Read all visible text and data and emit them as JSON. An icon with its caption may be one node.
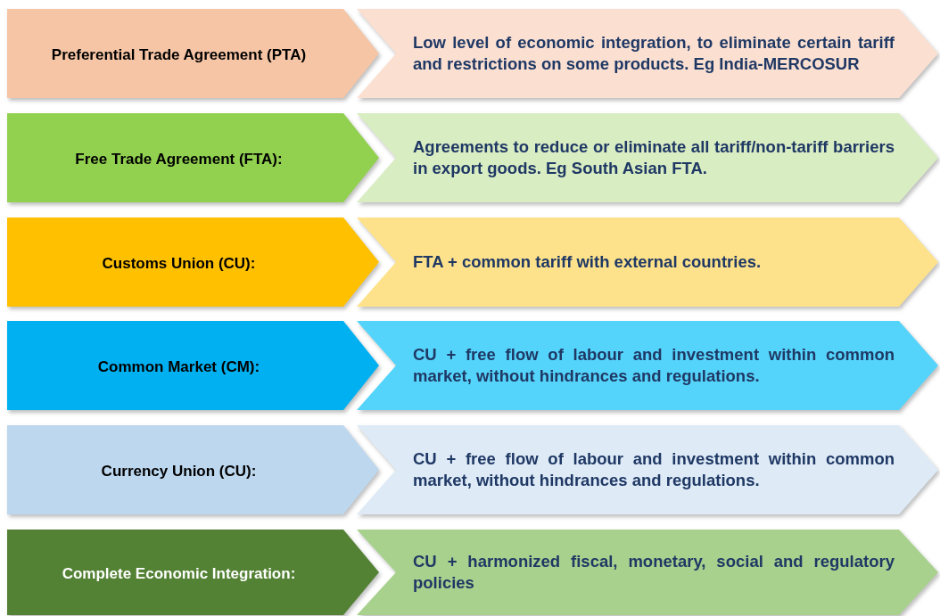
{
  "diagram": {
    "nodes": [
      {
        "text": [
          "Preferential Trade Agreement (PTA)"
        ]
      },
      {
        "text": [
          "Low level of economic integration, to eliminate certain tariff and restrictions on some products. Eg India-MERCOSUR"
        ]
      },
      {
        "text": [
          "Free Trade Agreement (FTA):"
        ]
      },
      {
        "text": [
          "Agreements to reduce or eliminate all tariff/non-tariff barriers in export goods. Eg South Asian FTA."
        ]
      },
      {
        "text": [
          "Customs Union (CU):"
        ]
      },
      {
        "text": [
          "FTA + common tariff with external countries."
        ]
      },
      {
        "text": [
          "Common Market (CM):"
        ]
      },
      {
        "text": [
          "CU + free flow of labour and investment within common market, without hindrances and regulations."
        ]
      },
      {
        "text": [
          "Currency Union (CU):"
        ]
      },
      {
        "text": [
          "CU + free flow of labour and investment within common market, without hindrances and regulations."
        ]
      },
      {
        "text": [
          "Complete Economic Integration:"
        ]
      },
      {
        "text": [
          "CU + harmonized fiscal, monetary, social and regulatory policies"
        ]
      }
    ]
  }
}
